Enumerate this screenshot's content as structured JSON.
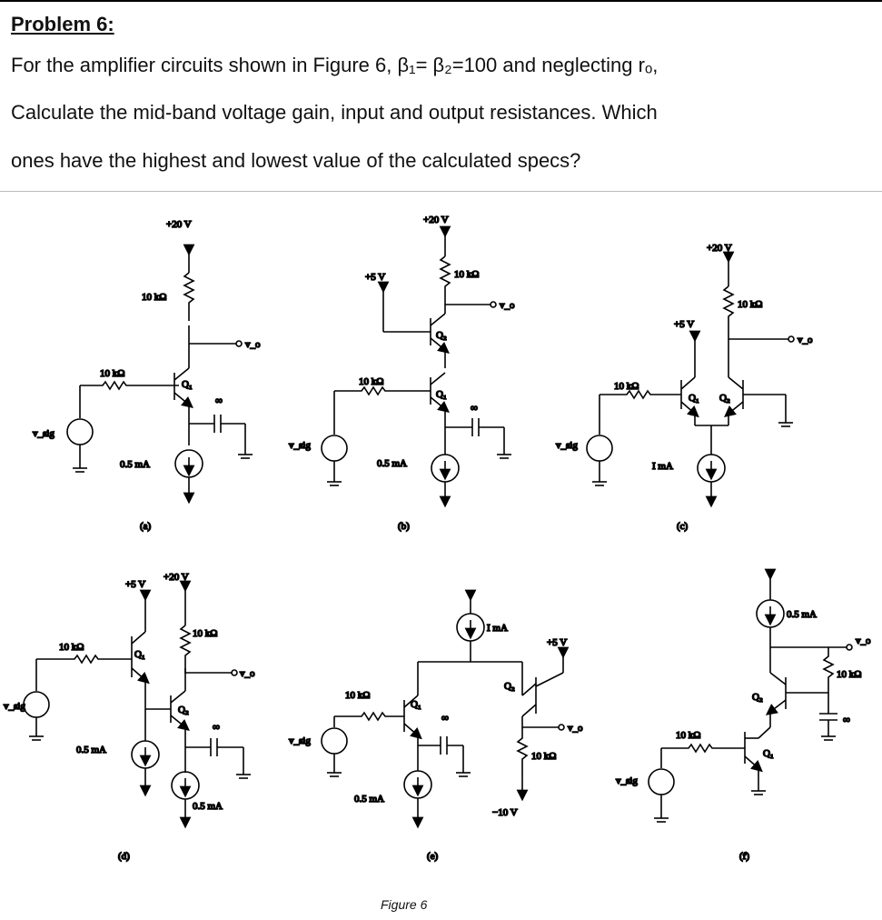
{
  "title": "Problem 6:",
  "lines": [
    "For the amplifier circuits shown in Figure 6, β₁= β₂=100 and neglecting rₒ,",
    "Calculate the mid-band voltage gain, input and output resistances. Which",
    "ones have the highest and lowest value of the calculated specs?"
  ],
  "labels": {
    "v20": "+20 V",
    "v5": "+5 V",
    "vm10": "−10 V",
    "r10k": "10 kΩ",
    "i05": "0.5 mA",
    "i1": "I mA",
    "q1": "Q₁",
    "q2": "Q₂",
    "vsig": "v_sig",
    "vo": "v_o",
    "inf": "∞",
    "a": "(a)",
    "b": "(b)",
    "c": "(c)",
    "d": "(d)",
    "e": "(e)",
    "f": "(f)"
  },
  "caption": "Figure 6"
}
